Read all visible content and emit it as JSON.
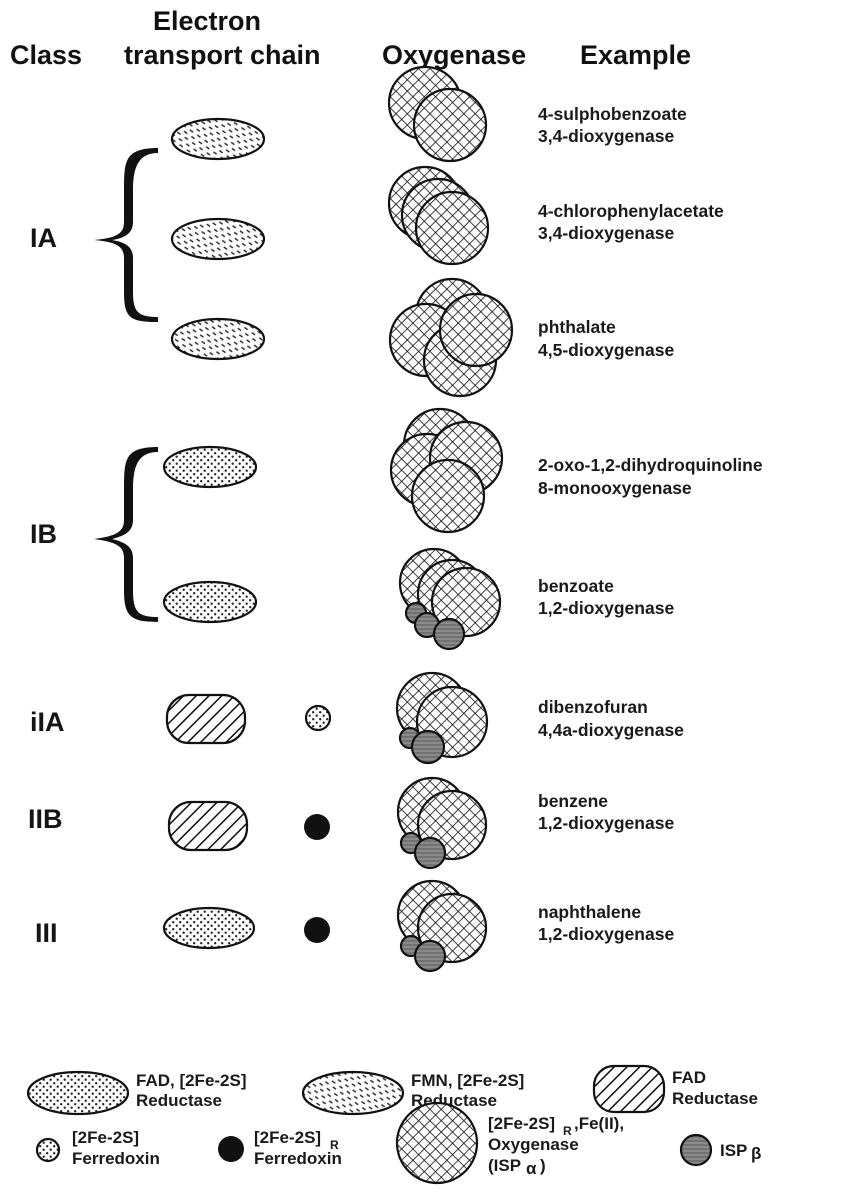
{
  "headers": {
    "class": "Class",
    "etc_line1": "Electron",
    "etc_line2": "transport chain",
    "oxygenase": "Oxygenase",
    "example": "Example"
  },
  "classes": {
    "ia": "IA",
    "ib": "IB",
    "iia": "iIA",
    "iib": "IIB",
    "iii": "III"
  },
  "examples": [
    {
      "line1": "4-sulphobenzoate",
      "line2": "3,4-dioxygenase"
    },
    {
      "line1": "4-chlorophenylacetate",
      "line2": "3,4-dioxygenase"
    },
    {
      "line1": "phthalate",
      "line2": "4,5-dioxygenase"
    },
    {
      "line1": "2-oxo-1,2-dihydroquinoline",
      "line2": "8-monooxygenase"
    },
    {
      "line1": "benzoate",
      "line2": "1,2-dioxygenase"
    },
    {
      "line1": "dibenzofuran",
      "line2": "4,4a-dioxygenase"
    },
    {
      "line1": "benzene",
      "line2": "1,2-dioxygenase"
    },
    {
      "line1": "naphthalene",
      "line2": "1,2-dioxygenase"
    }
  ],
  "legend": {
    "fad_fes_reductase": {
      "line1": "FAD, [2Fe-2S]",
      "line2": "Reductase"
    },
    "fmn_fes_reductase": {
      "line1": "FMN, [2Fe-2S]",
      "line2": "Reductase"
    },
    "fad_reductase": {
      "line1": "FAD",
      "line2": "Reductase"
    },
    "ferredoxin": {
      "line1": "[2Fe-2S]",
      "line2": "Ferredoxin"
    },
    "ferredoxin_r": {
      "line1": "[2Fe-2S]",
      "sub": "R",
      "line2": "Ferredoxin"
    },
    "oxygenase": {
      "line1a": "[2Fe-2S]",
      "sub": "R",
      "line1b": ",Fe(II),",
      "line2": "Oxygenase",
      "line3": "(ISP",
      "alpha": "α",
      "line3b": " )"
    },
    "isp_beta": {
      "text": "ISP",
      "beta": "β"
    }
  },
  "colors": {
    "ink": "#111111",
    "paper": "#ffffff",
    "isp_beta_fill": "#8a8a8a"
  },
  "icons": {
    "fad_fes_reductase": "stippled-ellipse",
    "fmn_fes_reductase": "dashed-ellipse",
    "fad_reductase": "hatched-rounded-rect",
    "ferredoxin": "stippled-dot",
    "ferredoxin_r": "black-dot",
    "oxygenase": "crosshatched-circle",
    "isp_beta": "grey-dot"
  }
}
